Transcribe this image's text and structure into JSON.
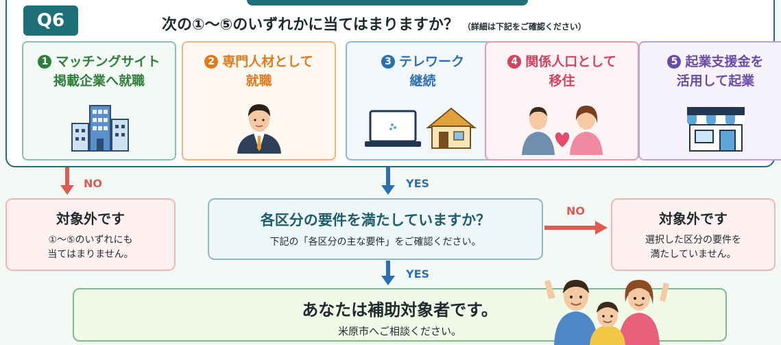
{
  "question": {
    "badge": "Q6",
    "text": "次の①～⑤のいずれかに当てはまりますか？",
    "note": "（詳細は下記をご確認ください）"
  },
  "options": [
    {
      "num": "1",
      "title": "マッチングサイト\n掲載企業へ就職",
      "icon": "office-buildings-icon",
      "color": "#2f7d3b"
    },
    {
      "num": "2",
      "title": "専門人材として\n就職",
      "icon": "businessman-icon",
      "color": "#e07a1c"
    },
    {
      "num": "3",
      "title": "テレワーク\n継続",
      "icon": "laptop-house-icon",
      "color": "#2a6fb0"
    },
    {
      "num": "4",
      "title": "関係人口として\n移住",
      "icon": "couple-heart-icon",
      "color": "#d2435f"
    },
    {
      "num": "5",
      "title": "起業支援金を\n活用して起業",
      "icon": "storefront-icon",
      "color": "#6b4ba8"
    }
  ],
  "flow": {
    "no_label": "NO",
    "yes_label": "YES",
    "not_eligible_1": {
      "title": "対象外です",
      "desc": "①～⑤のいずれにも\n当てはまりません。"
    },
    "requirement": {
      "title": "各区分の要件を満たしていますか？",
      "desc": "下記の「各区分の主な要件」をご確認ください。"
    },
    "not_eligible_2": {
      "title": "対象外です",
      "desc": "選択した区分の要件を\n満たしていません。"
    },
    "result": {
      "title": "あなたは補助対象者です。",
      "desc": "米原市へご相談ください。"
    }
  },
  "colors": {
    "frame": "#1f6f78",
    "no_arrow": "#e05a4f",
    "yes_arrow": "#2a6fb0"
  }
}
